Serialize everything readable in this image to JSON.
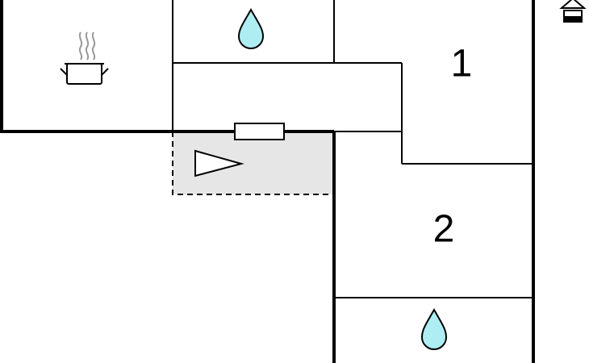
{
  "floorplan": {
    "rooms": [
      {
        "id": "kitchen",
        "icon": "cooking-pot-icon"
      },
      {
        "id": "bathroom-top",
        "icon": "water-drop-icon"
      },
      {
        "id": "hallway"
      },
      {
        "id": "bedroom-1",
        "label": "1"
      },
      {
        "id": "terrace",
        "icon": "entrance-arrow-icon",
        "fill": "#e6e6e6"
      },
      {
        "id": "bedroom-2",
        "label": "2"
      },
      {
        "id": "bathroom-bottom",
        "icon": "water-drop-icon"
      }
    ],
    "colors": {
      "wall": "#000000",
      "water": "#aeeef2",
      "terrace": "#e6e6e6"
    },
    "marker_icon": "well-icon"
  }
}
